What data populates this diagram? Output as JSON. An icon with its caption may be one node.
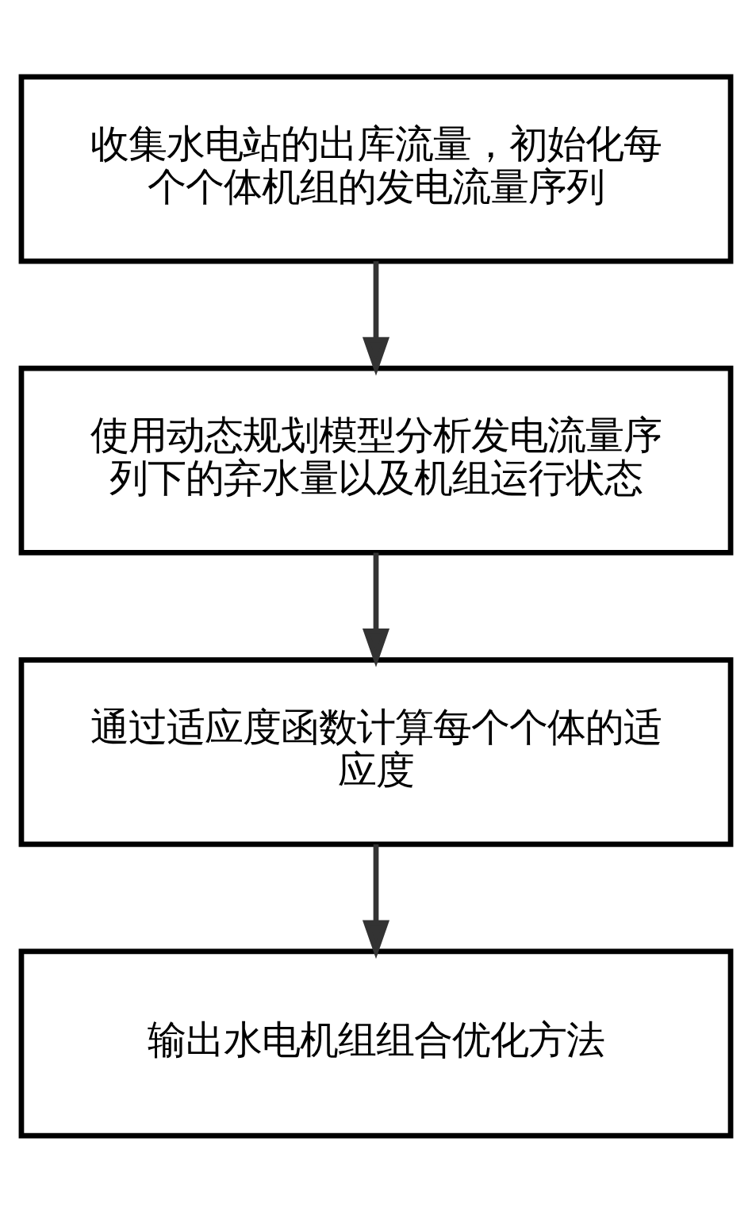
{
  "diagram": {
    "nodes": [
      {
        "text": [
          "收集水电站的出库流量，初始化每个个体机组的发电流量序列"
        ]
      },
      {
        "text": [
          "使用动态规划模型分析发电流量序列下的弃水量以及机组运行状态"
        ]
      },
      {
        "text": [
          "通过适应度函数计算每个个体的适应度"
        ]
      },
      {
        "text": [
          "输出水电机组组合优化方法"
        ]
      }
    ],
    "edges": [
      {
        "from": 0,
        "to": 1,
        "arrow": "to"
      },
      {
        "from": 1,
        "to": 2,
        "arrow": "to"
      },
      {
        "from": 2,
        "to": 3,
        "arrow": "to"
      }
    ]
  }
}
